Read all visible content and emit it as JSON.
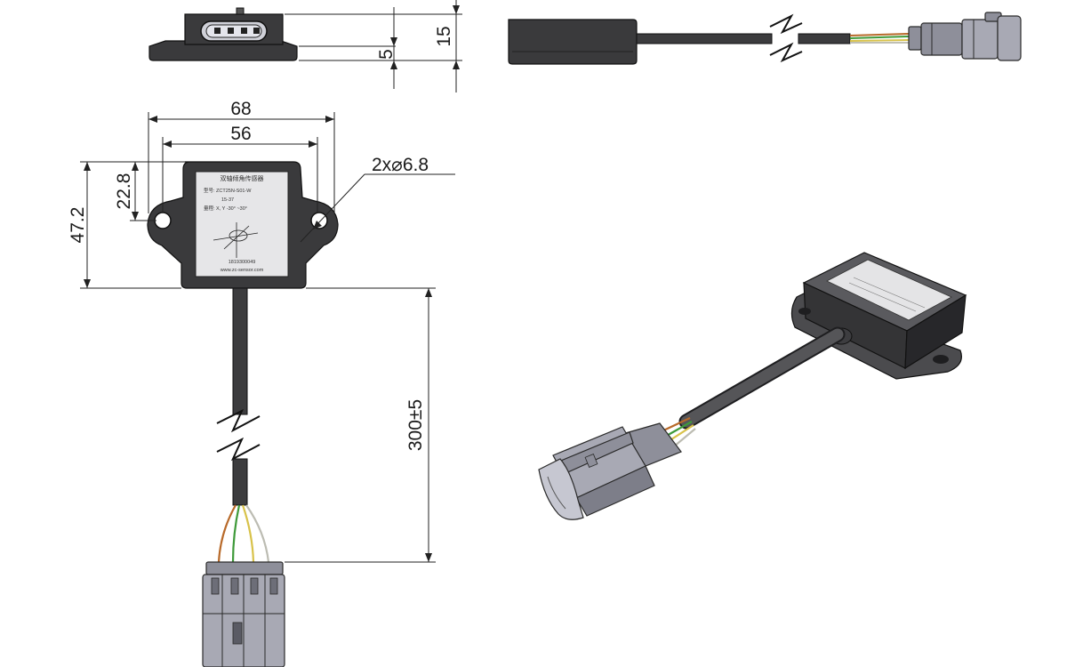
{
  "dimensions": {
    "connector_face_height": "5",
    "side_height": "15",
    "overall_width": "68",
    "hole_spacing": "56",
    "hole_callout": "2x⌀6.8",
    "overall_length": "47.2",
    "hole_offset": "22.8",
    "cable_length": "300±5"
  },
  "label_lines": [
    "双轴倾角传感器",
    "型号: ZCT25N-S01-W",
    "15-37",
    "量程: X, Y  -30° ~30°",
    "1819300049",
    "www.zc-sensor.com"
  ],
  "wire_colors": [
    "#b86a2a",
    "#3f9a3a",
    "#d8c24a",
    "#e8e8e0"
  ]
}
